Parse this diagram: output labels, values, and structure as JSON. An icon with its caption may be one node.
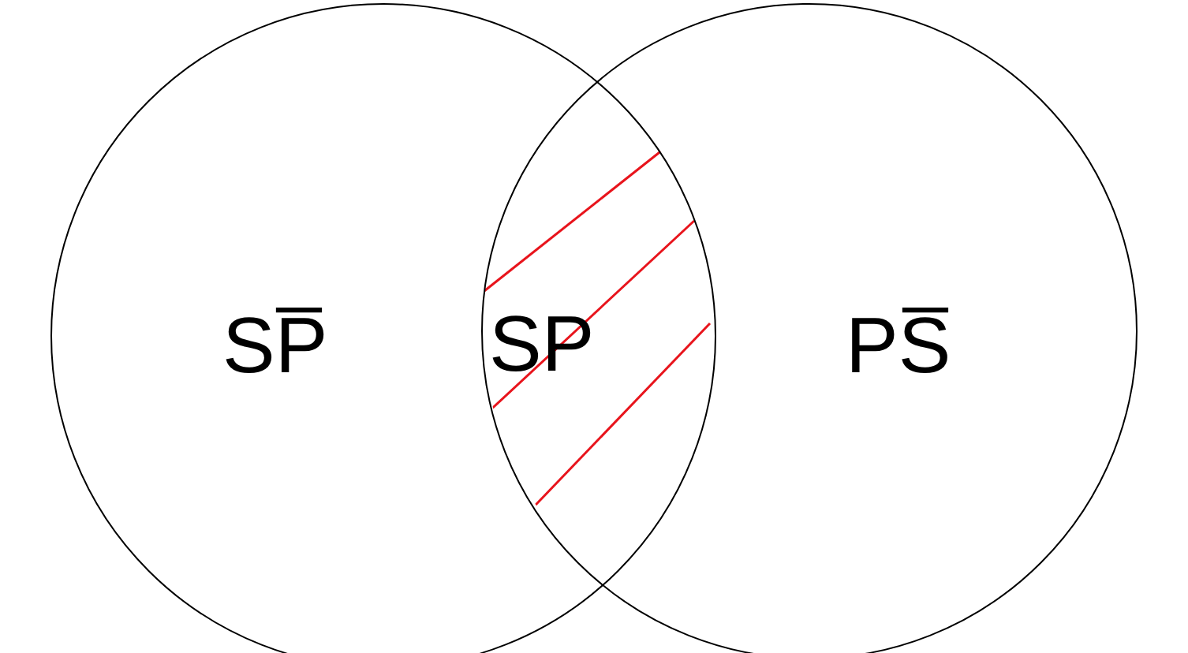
{
  "diagram": {
    "nodes": [
      {
        "text": [
          "SP̅"
        ]
      },
      {
        "text": [
          "PS̅"
        ]
      }
    ],
    "labels": [
      "SP"
    ]
  }
}
